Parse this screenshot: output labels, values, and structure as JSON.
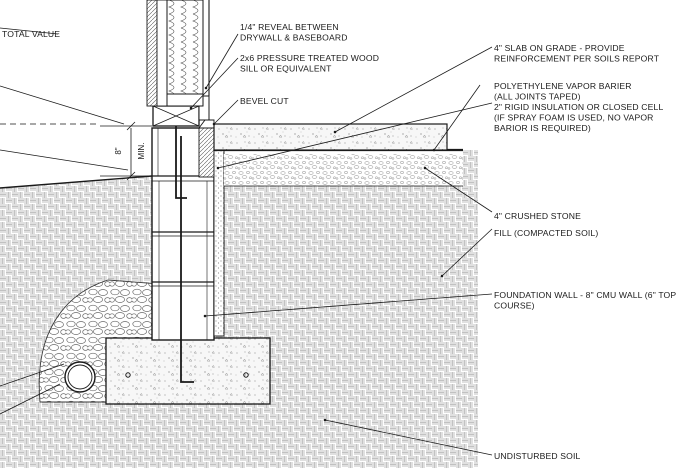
{
  "colors": {
    "line": "#1a1a1a",
    "paper": "#ffffff",
    "hatch": "#9a9a9a",
    "stone": "#6e6e6e"
  },
  "dimension": {
    "value": "8\"",
    "unit": "MIN."
  },
  "labels": {
    "total_value": "TOTAL VALUE",
    "reveal": [
      "1/4\" REVEAL BETWEEN",
      "DRYWALL & BASEBOARD"
    ],
    "sill": [
      "2x6 PRESSURE TREATED WOOD",
      "SILL OR EQUIVALENT"
    ],
    "bevel": [
      "BEVEL CUT"
    ],
    "slab": [
      "4\" SLAB ON GRADE - PROVIDE",
      "REINFORCEMENT PER SOILS REPORT"
    ],
    "vapor": [
      "POLYETHYLENE VAPOR BARIER",
      "(ALL JOINTS TAPED)"
    ],
    "insulation": [
      "2\" RIGID INSULATION OR CLOSED CELL",
      "(IF SPRAY FOAM IS USED, NO VAPOR",
      "BARIOR IS REQUIRED)"
    ],
    "stone": [
      "4\" CRUSHED STONE"
    ],
    "fill": [
      "FILL (COMPACTED SOIL)"
    ],
    "foundation": [
      "FOUNDATION WALL - 8\" CMU WALL (6\" TOP",
      "COURSE)"
    ],
    "undisturbed": [
      "UNDISTURBED SOIL"
    ]
  }
}
